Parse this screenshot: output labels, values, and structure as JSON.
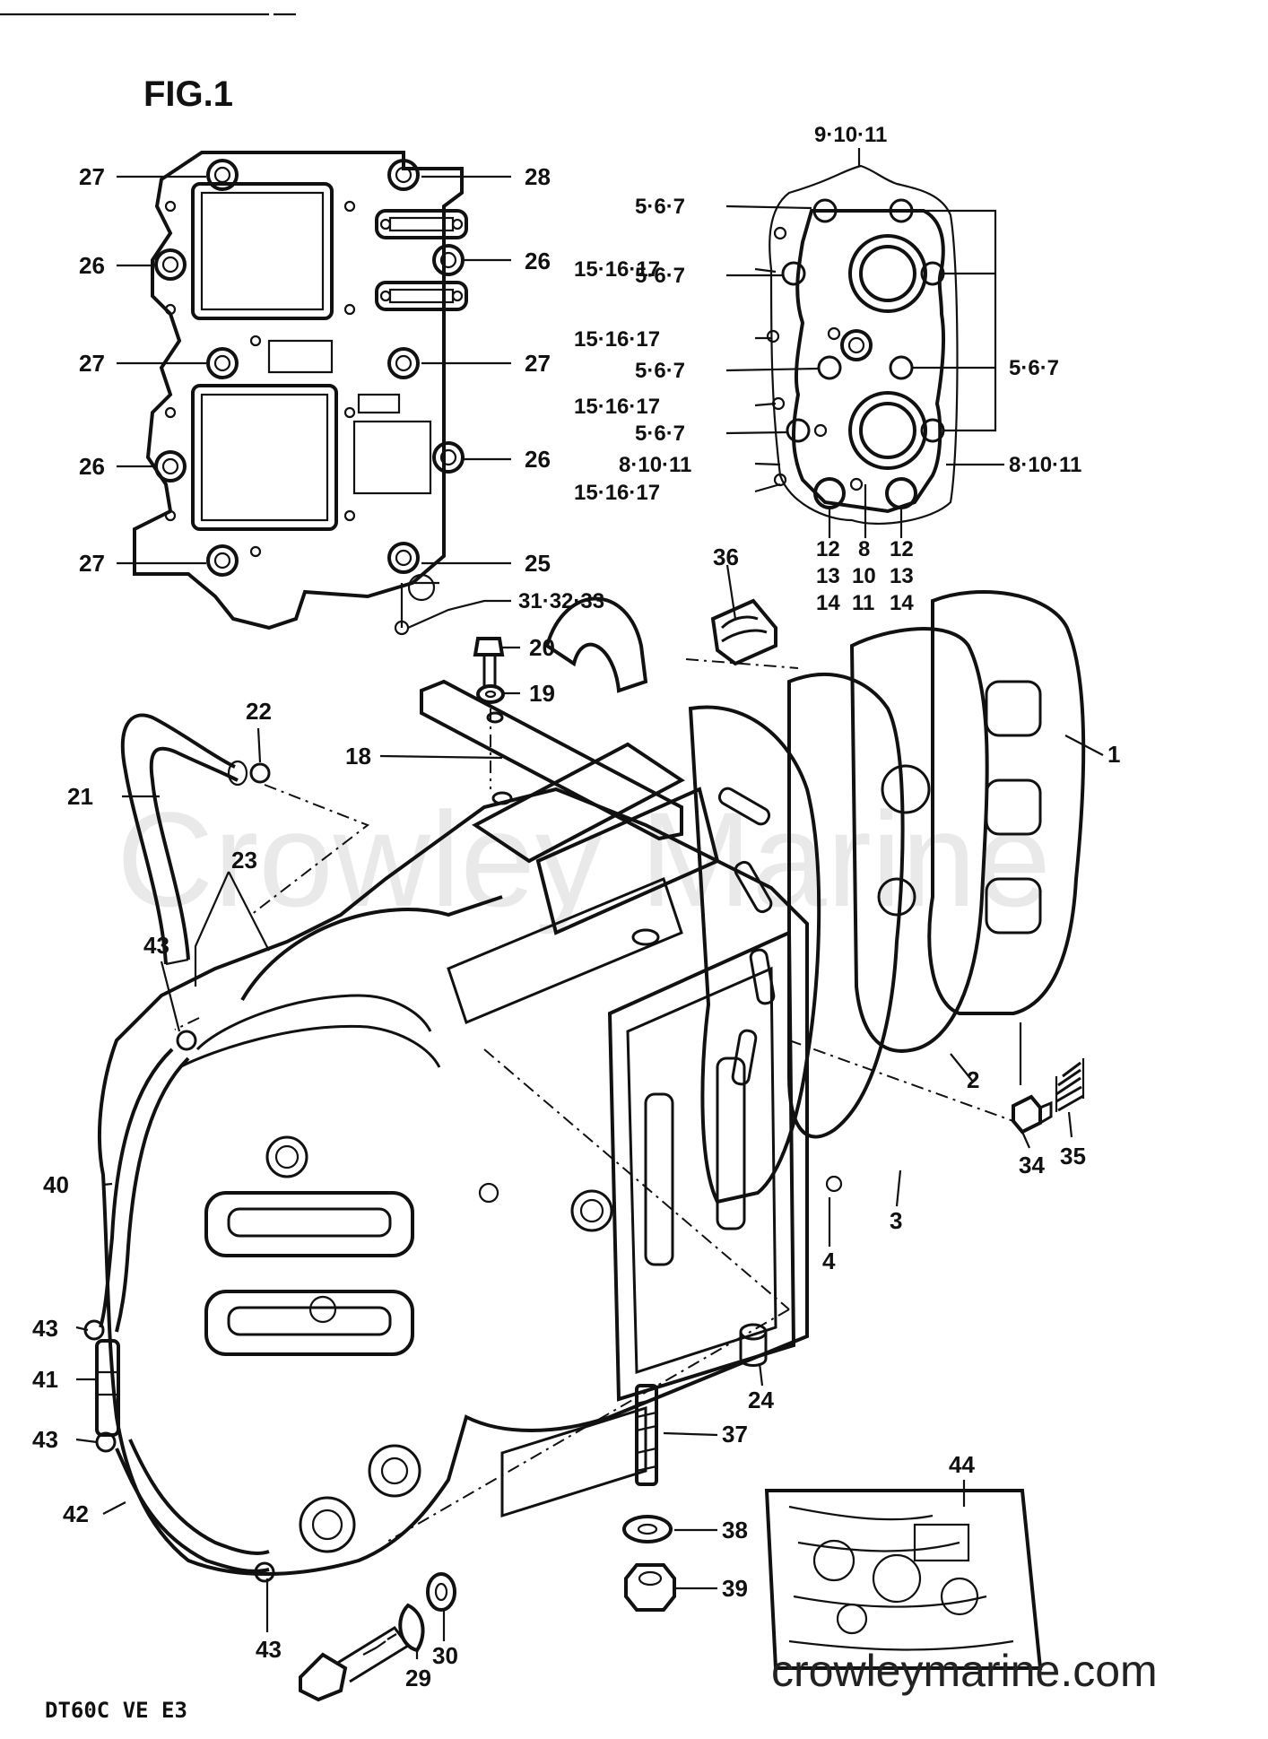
{
  "figure": {
    "title": "FIG.1",
    "model_code": "DT60C VE E3",
    "watermark": "Crowley Marine",
    "website": "crowleymarine.com"
  },
  "callouts": {
    "c1": "1",
    "c2": "2",
    "c3": "3",
    "c4": "4",
    "c18": "18",
    "c19": "19",
    "c20": "20",
    "c21": "21",
    "c22": "22",
    "c23": "23",
    "c24": "24",
    "c25": "25",
    "c26a": "26",
    "c26b": "26",
    "c26c": "26",
    "c26d": "26",
    "c27a": "27",
    "c27b": "27",
    "c27c": "27",
    "c27d": "27",
    "c28": "28",
    "c29": "29",
    "c30": "30",
    "c31_32_33": "31·32·33",
    "c34": "34",
    "c35": "35",
    "c36": "36",
    "c37": "37",
    "c38": "38",
    "c39": "39",
    "c40": "40",
    "c41": "41",
    "c42": "42",
    "c43a": "43",
    "c43b": "43",
    "c43c": "43",
    "c43d": "43",
    "c44": "44",
    "c9_10_11": "9·10·11",
    "c5_6_7a": "5·6·7",
    "c5_6_7b": "5·6·7",
    "c5_6_7c": "5·6·7",
    "c5_6_7d": "5·6·7",
    "c5_6_7e": "5·6·7",
    "c15_16_17a": "15·16·17",
    "c15_16_17b": "15·16·17",
    "c15_16_17c": "15·16·17",
    "c15_16_17d": "15·16·17",
    "c8_10_11a": "8·10·11",
    "c8_10_11b": "8·10·11",
    "c12a": "12",
    "c13a": "13",
    "c14a": "14",
    "c8b": "8",
    "c10b": "10",
    "c11b": "11",
    "c12c": "12",
    "c13c": "13",
    "c14c": "14"
  }
}
